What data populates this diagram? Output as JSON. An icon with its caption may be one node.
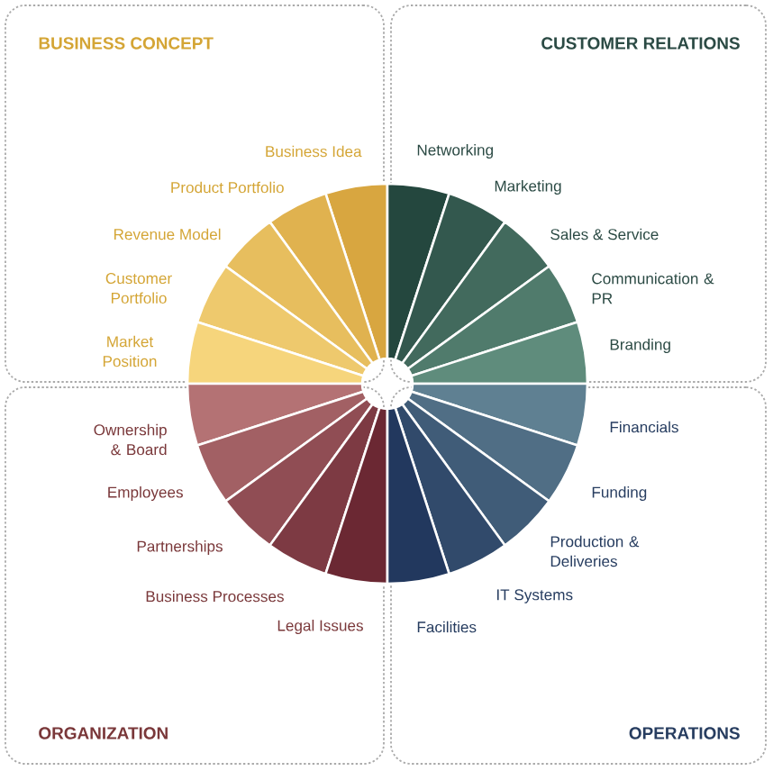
{
  "diagram": {
    "nodes": [
      {
        "text": [
          "BUSINESS CONCEPT"
        ]
      },
      {
        "text": [
          "Business Idea"
        ],
        "in": 0
      },
      {
        "text": [
          "Product Portfolio"
        ],
        "in": 0
      },
      {
        "text": [
          "Revenue Model"
        ],
        "in": 0
      },
      {
        "text": [
          "Customer Portfolio"
        ],
        "in": 0
      },
      {
        "text": [
          "Market Position"
        ],
        "in": 0
      },
      {
        "text": [
          "CUSTOMER RELATIONS"
        ]
      },
      {
        "text": [
          "Networking"
        ],
        "in": 6
      },
      {
        "text": [
          "Marketing"
        ],
        "in": 6
      },
      {
        "text": [
          "Sales & Service"
        ],
        "in": 6
      },
      {
        "text": [
          "Communication & PR"
        ],
        "in": 6
      },
      {
        "text": [
          "Branding"
        ],
        "in": 6
      },
      {
        "text": [
          "ORGANIZATION"
        ]
      },
      {
        "text": [
          "Ownership & Board"
        ],
        "in": 12
      },
      {
        "text": [
          "Employees"
        ],
        "in": 12
      },
      {
        "text": [
          "Partnerships"
        ],
        "in": 12
      },
      {
        "text": [
          "Business Processes"
        ],
        "in": 12
      },
      {
        "text": [
          "Legal Issues"
        ],
        "in": 12
      },
      {
        "text": [
          "OPERATIONS"
        ]
      },
      {
        "text": [
          "Financials"
        ],
        "in": 18
      },
      {
        "text": [
          "Funding"
        ],
        "in": 18
      },
      {
        "text": [
          "Production & Deliveries"
        ],
        "in": 18
      },
      {
        "text": [
          "IT Systems"
        ],
        "in": 18
      },
      {
        "text": [
          "Facilities"
        ],
        "in": 18
      }
    ]
  }
}
